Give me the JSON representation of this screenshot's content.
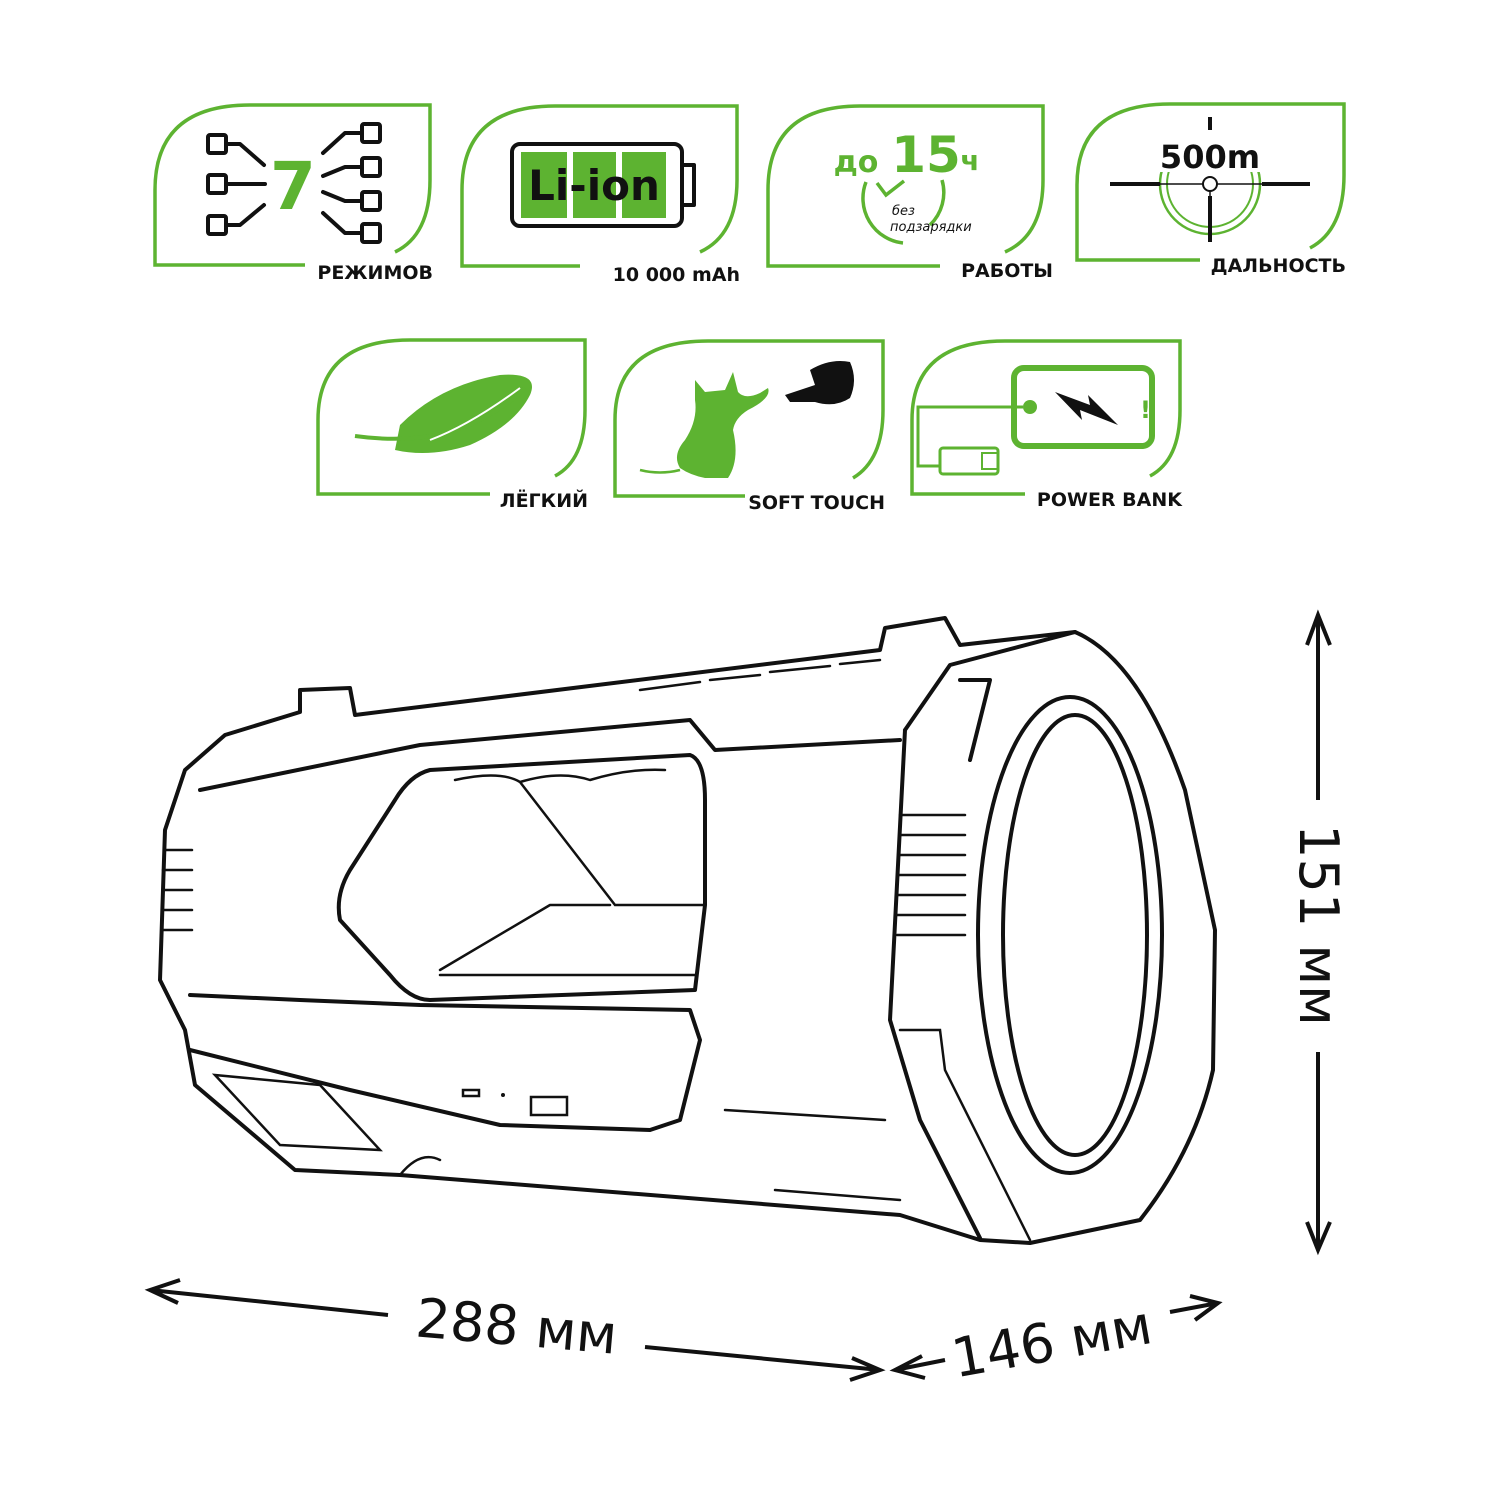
{
  "colors": {
    "accent": "#5db331",
    "ink": "#111111"
  },
  "features": [
    {
      "icon": "modes-icon",
      "value": "7",
      "label": "РЕЖИМОВ"
    },
    {
      "icon": "battery-icon",
      "value": "Li-ion",
      "label": "10 000 mAh"
    },
    {
      "icon": "clock-icon",
      "prefix": "до",
      "value": "15",
      "unit": "ч",
      "note1": "без",
      "note2": "подзарядки",
      "label": "РАБОТЫ"
    },
    {
      "icon": "crosshair-icon",
      "value": "500m",
      "label": "ДАЛЬНОСТЬ"
    },
    {
      "icon": "feather-icon",
      "label": "ЛЁГКИЙ"
    },
    {
      "icon": "kitten-touch-icon",
      "label": "SOFT TOUCH"
    },
    {
      "icon": "power-bank-icon",
      "label": "POWER BANK"
    }
  ],
  "dimensions": {
    "length": "288 мм",
    "width": "146 мм",
    "height": "151 мм"
  }
}
